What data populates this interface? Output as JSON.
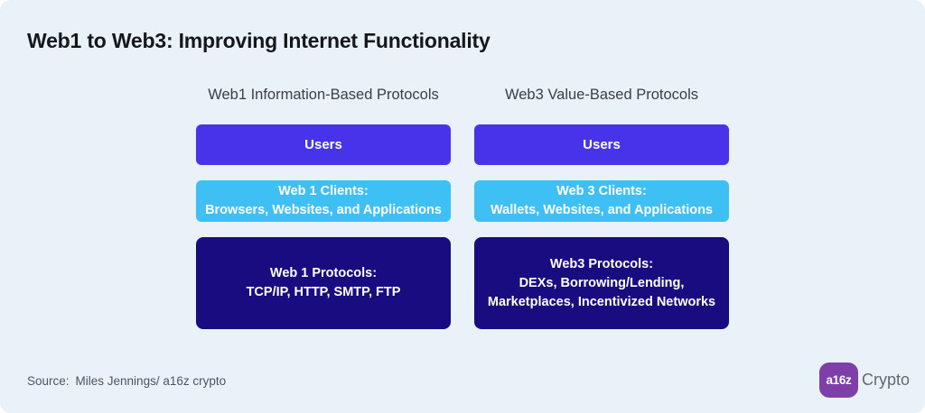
{
  "page": {
    "title": "Web1 to Web3: Improving Internet Functionality"
  },
  "colors": {
    "background": "#e9f1f9",
    "users_box": "#4733e9",
    "clients_box": "#3fc0f4",
    "protocols_box": "#190c80",
    "logo_badge": "#7e3fa9"
  },
  "columns": [
    {
      "header": "Web1 Information-Based Protocols",
      "boxes": [
        {
          "name": "web1-users",
          "lines": [
            "Users"
          ]
        },
        {
          "name": "web1-clients",
          "lines": [
            "Web 1 Clients:",
            "Browsers, Websites, and Applications"
          ]
        },
        {
          "name": "web1-protocols",
          "lines": [
            "Web 1 Protocols:",
            "TCP/IP, HTTP, SMTP, FTP"
          ]
        }
      ]
    },
    {
      "header": "Web3 Value-Based Protocols",
      "boxes": [
        {
          "name": "web3-users",
          "lines": [
            "Users"
          ]
        },
        {
          "name": "web3-clients",
          "lines": [
            "Web 3 Clients:",
            "Wallets, Websites, and Applications"
          ]
        },
        {
          "name": "web3-protocols",
          "lines": [
            "Web3 Protocols:",
            "DEXs, Borrowing/Lending,",
            "Marketplaces, Incentivized Networks"
          ]
        }
      ]
    }
  ],
  "footer": {
    "source_label": "Source:",
    "source_text": "Miles Jennings/ a16z crypto",
    "logo": {
      "badge": "a16z",
      "wordmark": "Crypto"
    }
  }
}
